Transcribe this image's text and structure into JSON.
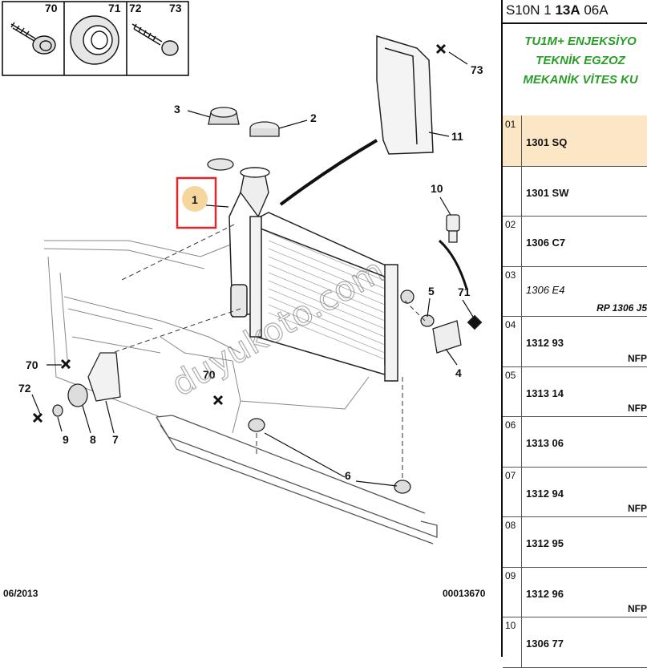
{
  "diagram": {
    "callouts": [
      "70",
      "71",
      "72",
      "73",
      "3",
      "2",
      "1",
      "11",
      "10",
      "5",
      "71",
      "4",
      "70",
      "72",
      "9",
      "8",
      "7",
      "70",
      "6"
    ],
    "footer_left": "06/2013",
    "footer_right": "00013670",
    "watermark": "duyukoto.com",
    "highlight_color": "#e0262a",
    "badge_color": "#f3cf8c"
  },
  "panel": {
    "header_a": "S10N 1 ",
    "header_b": "13A",
    "header_c": " 06A",
    "engine_lines": [
      "TU1M+ ENJEKSİYO",
      "TEKNİK EGZOZ",
      "MEKANİK VİTES KU"
    ],
    "rows": [
      {
        "num": "01",
        "code": "1301 SQ",
        "note": ""
      },
      {
        "num": "",
        "code": "1301 SW",
        "note": ""
      },
      {
        "num": "02",
        "code": "1306 C7",
        "note": ""
      },
      {
        "num": "03",
        "code": "1306 E4",
        "note": "RP 1306 J5"
      },
      {
        "num": "04",
        "code": "1312 93",
        "note": "NFP"
      },
      {
        "num": "05",
        "code": "1313 14",
        "note": "NFP"
      },
      {
        "num": "06",
        "code": "1313 06",
        "note": ""
      },
      {
        "num": "07",
        "code": "1312 94",
        "note": "NFP"
      },
      {
        "num": "08",
        "code": "1312 95",
        "note": ""
      },
      {
        "num": "09",
        "code": "1312 96",
        "note": "NFP"
      },
      {
        "num": "10",
        "code": "1306 77",
        "note": ""
      }
    ]
  }
}
